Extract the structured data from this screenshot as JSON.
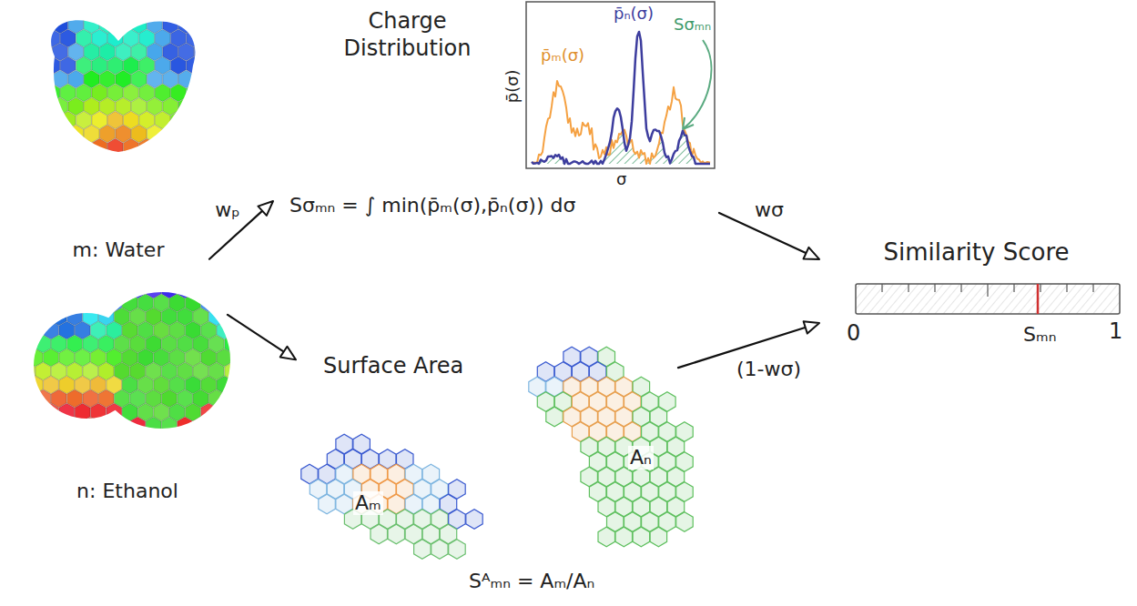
{
  "diagram": {
    "nodes": [
      {
        "text": [
          "m: Water"
        ]
      },
      {
        "text": [
          "n: Ethanol"
        ]
      },
      {
        "text": [
          "Charge Distribution",
          "Sσₘₙ = ∫ min(p̄ₘ(σ),p̄ₙ(σ)) dσ"
        ]
      },
      {
        "text": [
          "Surface Area",
          "Sᴬₘₙ = Aₘ/Aₙ"
        ]
      },
      {
        "text": [
          "Similarity Score"
        ]
      }
    ],
    "edges": [
      {
        "from": 0,
        "to": 2,
        "arrow": "to",
        "label": "wₚ"
      },
      {
        "from": 1,
        "to": 3,
        "arrow": "to"
      },
      {
        "from": 2,
        "to": 4,
        "arrow": "to",
        "label": "wσ"
      },
      {
        "from": 3,
        "to": 4,
        "arrow": "to",
        "label": "(1-wσ)"
      }
    ],
    "labels": [
      "p̄ₘ(σ)",
      "p̄ₙ(σ)",
      "Sσₘₙ",
      "p̄(σ)",
      "σ",
      "Aₘ",
      "Aₙ",
      "0",
      "Sₘₙ",
      "1"
    ]
  }
}
